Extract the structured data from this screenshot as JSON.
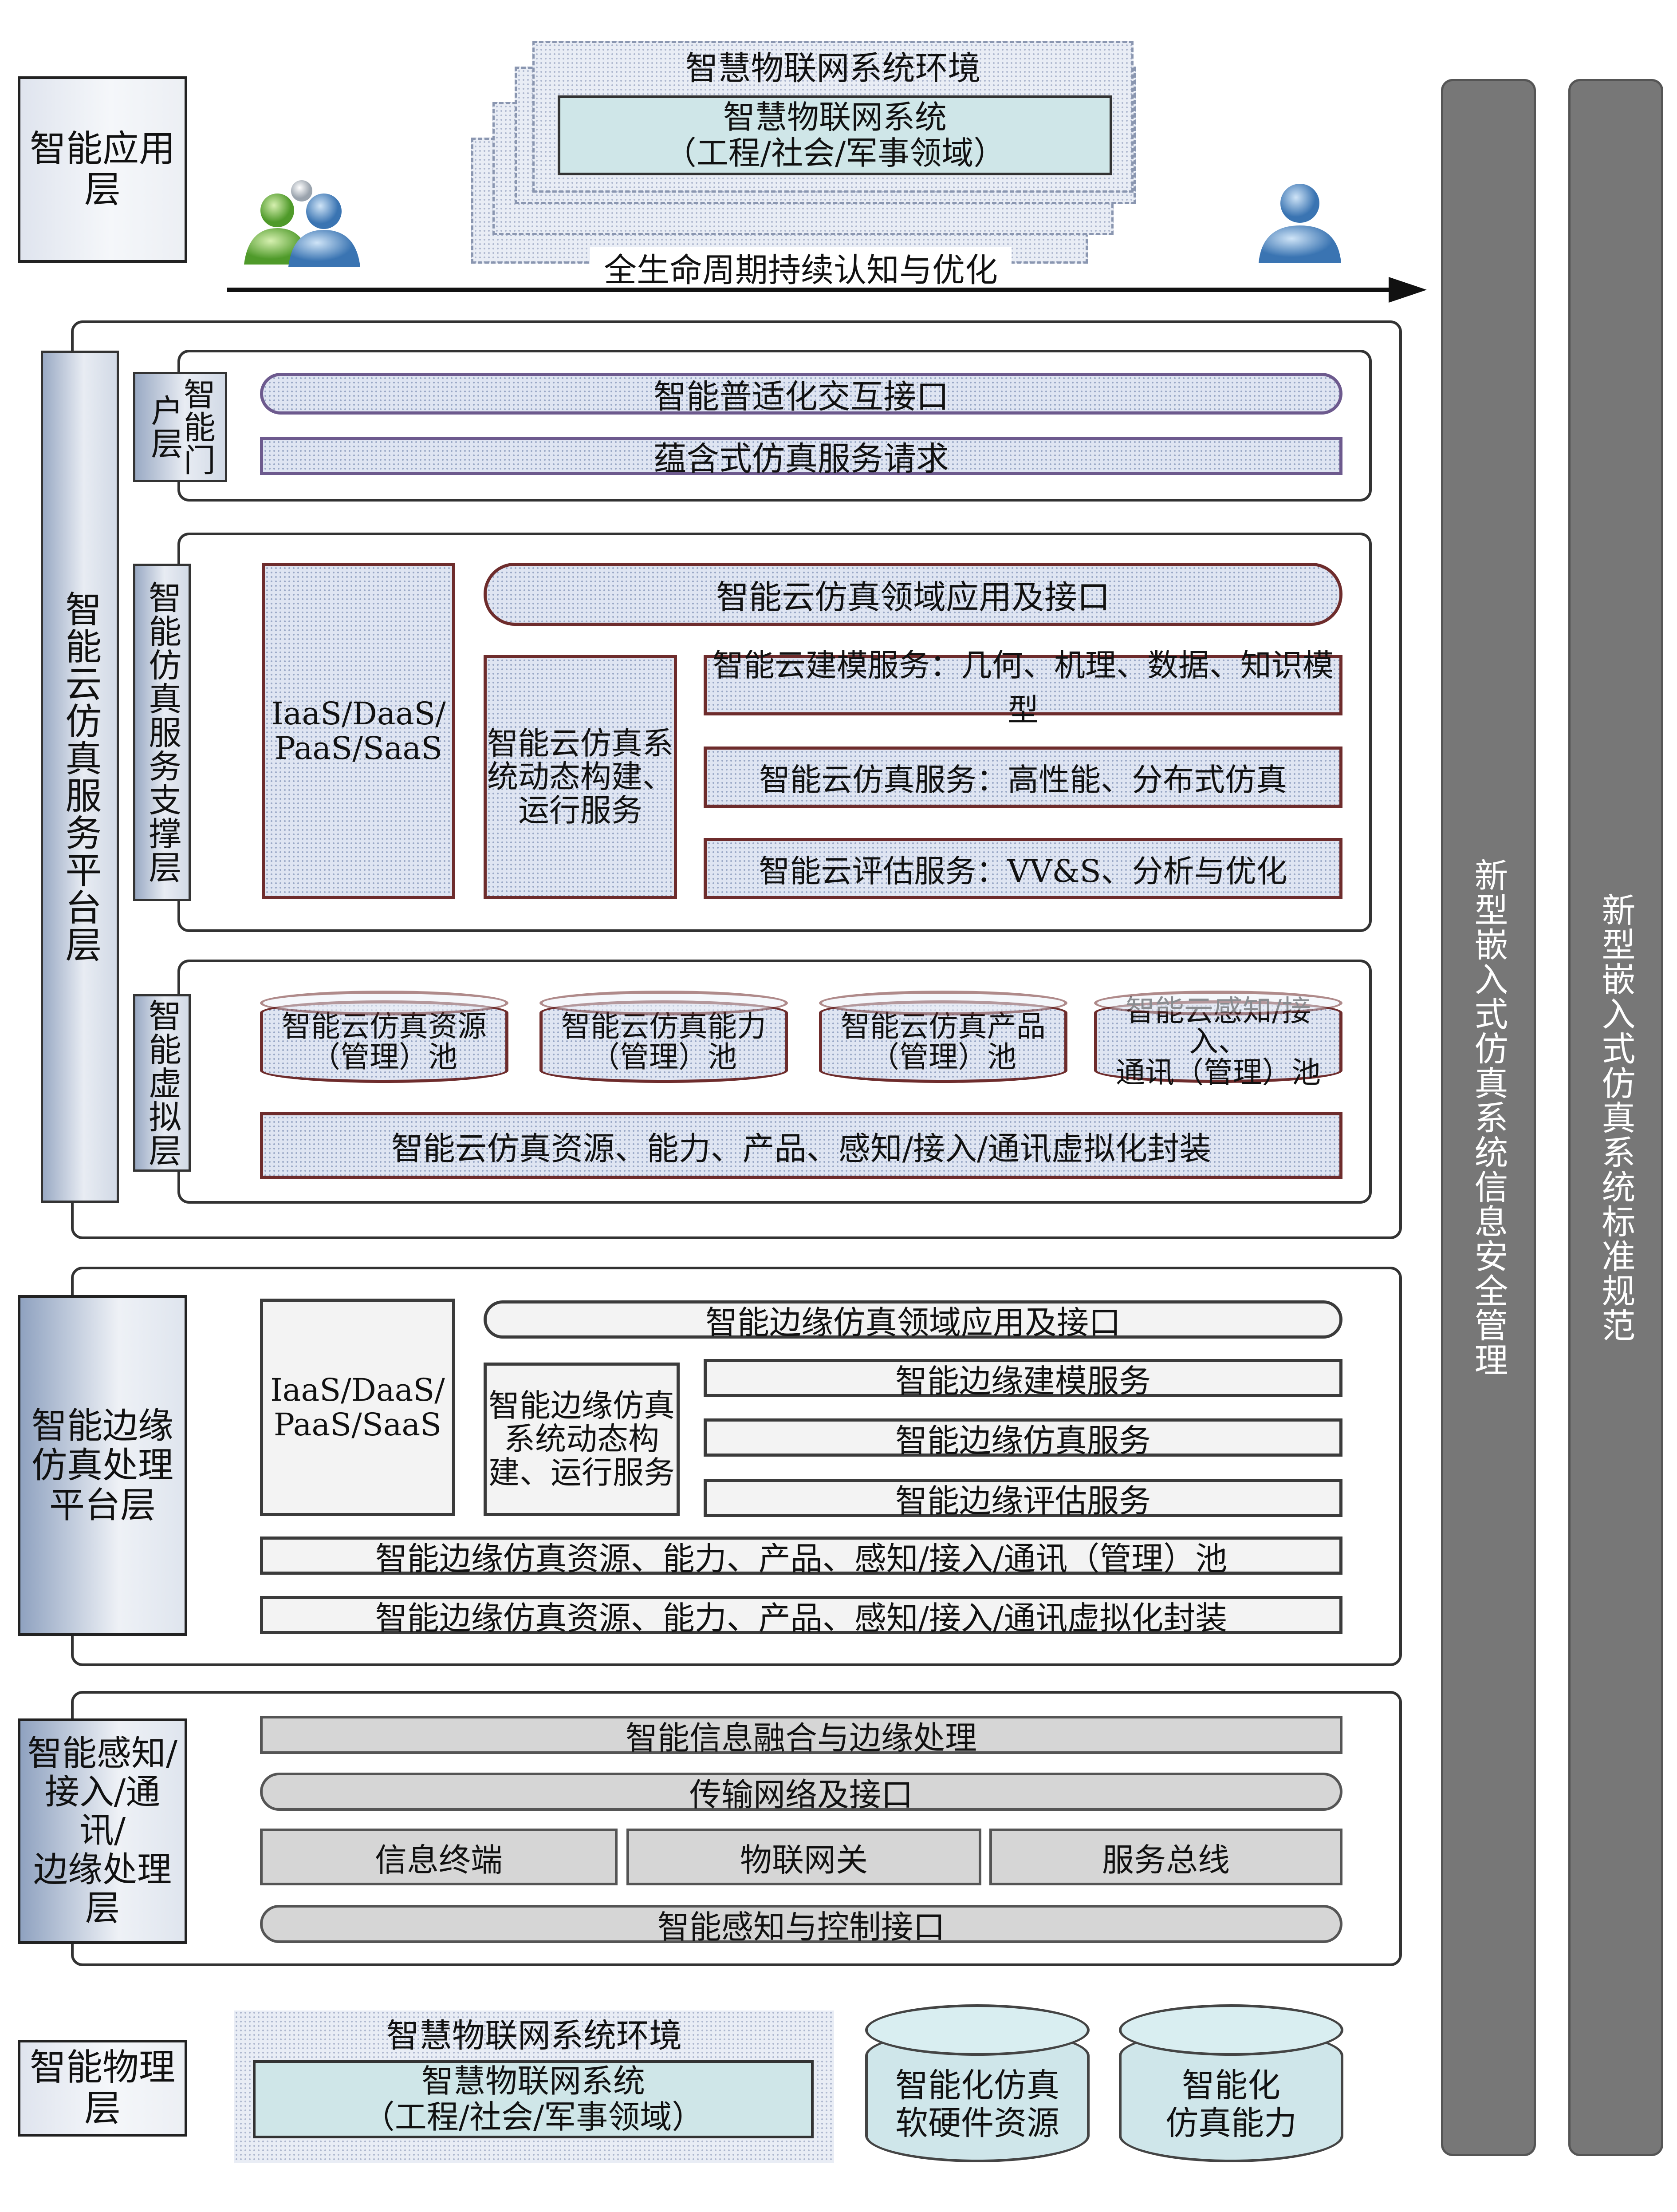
{
  "top_env": {
    "title": "智慧物联网系统环境",
    "system_line1": "智慧物联网系统",
    "system_line2": "（工程/社会/军事领域）"
  },
  "arrow_label": "全生命周期持续认知与优化",
  "layers": {
    "application": "智能应用层",
    "cloud_platform": "智能云仿真服务平台层",
    "edge_platform_line1": "智能边缘",
    "edge_platform_line2": "仿真处理",
    "edge_platform_line3": "平台层",
    "perception_line1": "智能感知/",
    "perception_line2": "接入/通讯/",
    "perception_line3": "边缘处理层",
    "physical": "智能物理层"
  },
  "portal": {
    "label": "智能门户层",
    "interface": "智能普适化交互接口",
    "request": "蕴含式仿真服务请求"
  },
  "support": {
    "label": "智能仿真服务支撑层",
    "iaas_line1": "IaaS/DaaS/",
    "iaas_line2": "PaaS/SaaS",
    "dynamic_line1": "智能云仿真系",
    "dynamic_line2": "统动态构建、",
    "dynamic_line3": "运行服务",
    "domain_app": "智能云仿真领域应用及接口",
    "modeling": "智能云建模服务：几何、机理、数据、知识模型",
    "simulation": "智能云仿真服务：高性能、分布式仿真",
    "evaluation": "智能云评估服务：VV&S、分析与优化"
  },
  "virtual": {
    "label": "智能虚拟层",
    "pools": [
      {
        "line1": "智能云仿真资源",
        "line2": "（管理）池"
      },
      {
        "line1": "智能云仿真能力",
        "line2": "（管理）池"
      },
      {
        "line1": "智能云仿真产品",
        "line2": "（管理）池"
      },
      {
        "line1": "智能云感知/接入、",
        "line2": "通讯（管理）池"
      }
    ],
    "encapsulation": "智能云仿真资源、能力、产品、感知/接入/通讯虚拟化封装"
  },
  "edge": {
    "iaas_line1": "IaaS/DaaS/",
    "iaas_line2": "PaaS/SaaS",
    "dynamic_line1": "智能边缘仿真",
    "dynamic_line2": "系统动态构",
    "dynamic_line3": "建、运行服务",
    "domain_app": "智能边缘仿真领域应用及接口",
    "modeling": "智能边缘建模服务",
    "simulation": "智能边缘仿真服务",
    "evaluation": "智能边缘评估服务",
    "pool": "智能边缘仿真资源、能力、产品、感知/接入/通讯（管理）池",
    "encapsulation": "智能边缘仿真资源、能力、产品、感知/接入/通讯虚拟化封装"
  },
  "perception": {
    "fusion": "智能信息融合与边缘处理",
    "network": "传输网络及接口",
    "terminal": "信息终端",
    "gateway": "物联网关",
    "bus": "服务总线",
    "control": "智能感知与控制接口"
  },
  "physical": {
    "env_title": "智慧物联网系统环境",
    "system_line1": "智慧物联网系统",
    "system_line2": "（工程/社会/军事领域）",
    "resource_line1": "智能化仿真",
    "resource_line2": "软硬件资源",
    "capability_line1": "智能化",
    "capability_line2": "仿真能力"
  },
  "right_columns": {
    "security": "新型嵌入式仿真系统信息安全管理",
    "standard": "新型嵌入式仿真系统标准规范"
  },
  "colors": {
    "maroon_border": "#6e2c2c",
    "dotted_fill": "#dfe5f2",
    "teal_fill": "#cfe6e8",
    "right_column": "#777777"
  }
}
